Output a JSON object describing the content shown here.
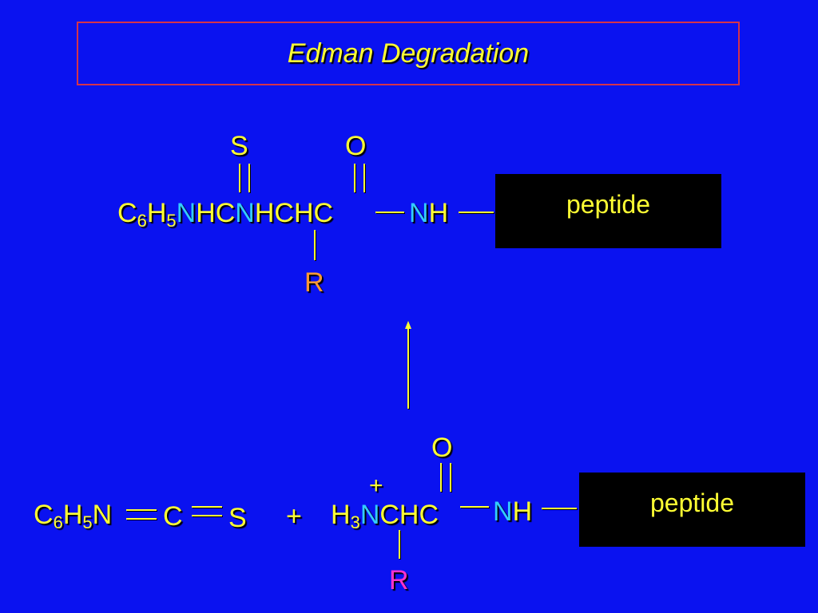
{
  "title": "Edman Degradation",
  "product": {
    "s": "S",
    "o": "O",
    "c": "C",
    "c_sub": "6",
    "h": "H",
    "h_sub": "5",
    "n1": "N",
    "hc1": "HC",
    "n2": "N",
    "hchc": "HCHC",
    "n3": "N",
    "h3": "H",
    "r": "R",
    "peptide": "peptide"
  },
  "reactant": {
    "c": "C",
    "c_sub": "6",
    "h": "H",
    "h_sub": "5",
    "n": "N",
    "c2": "C",
    "s": "S",
    "plus": "+",
    "h3": "H",
    "h3_sub": "3",
    "n2": "N",
    "chc": "CHC",
    "charge": "+",
    "o": "O",
    "n3": "N",
    "h4": "H",
    "r": "R",
    "peptide": "peptide"
  },
  "colors": {
    "background": "#0a12f0",
    "text": "#ffff33",
    "nitrogen": "#33ccff",
    "r_product": "#ff9933",
    "r_reactant": "#ff33cc",
    "title_border": "#d4344a",
    "peptide_box": "#000000"
  }
}
